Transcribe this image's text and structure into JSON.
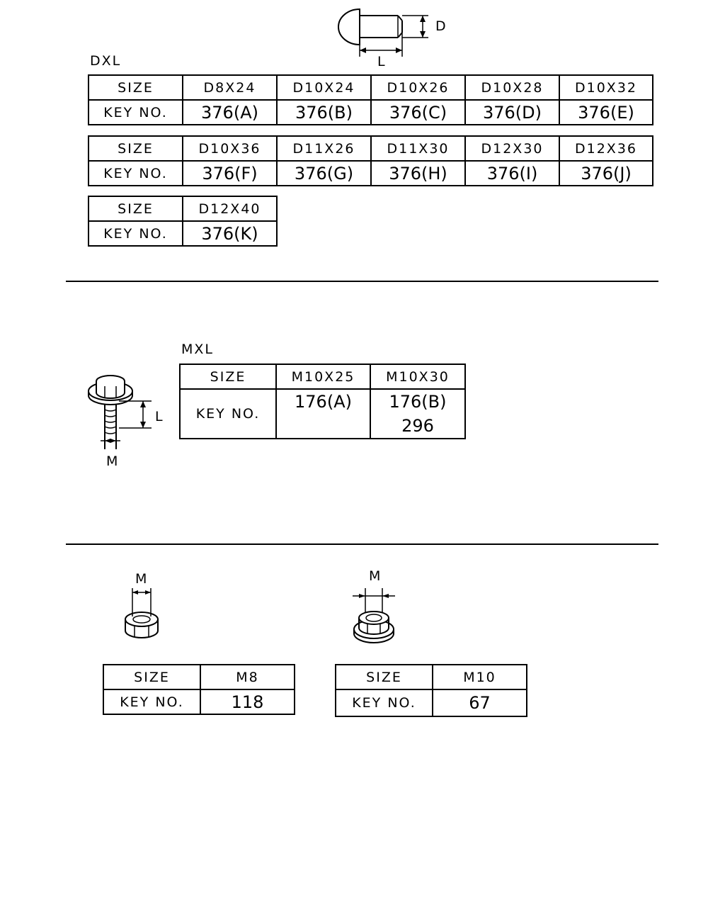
{
  "dxl": {
    "title": "DXL",
    "dim_d": "D",
    "dim_l": "L",
    "row_label_size": "SIZE",
    "row_label_key": "KEY NO.",
    "table1": {
      "sizes": [
        "D8X24",
        "D10X24",
        "D10X26",
        "D10X28",
        "D10X32"
      ],
      "keys": [
        "376(A)",
        "376(B)",
        "376(C)",
        "376(D)",
        "376(E)"
      ]
    },
    "table2": {
      "sizes": [
        "D10X36",
        "D11X26",
        "D11X30",
        "D12X30",
        "D12X36"
      ],
      "keys": [
        "376(F)",
        "376(G)",
        "376(H)",
        "376(I)",
        "376(J)"
      ]
    },
    "table3": {
      "sizes": [
        "D12X40"
      ],
      "keys": [
        "376(K)"
      ]
    }
  },
  "mxl": {
    "title": "MXL",
    "dim_l": "L",
    "dim_m": "M",
    "row_label_size": "SIZE",
    "row_label_key": "KEY NO.",
    "sizes": [
      "M10X25",
      "M10X30"
    ],
    "keys": [
      [
        "176(A)"
      ],
      [
        "176(B)",
        "296"
      ]
    ]
  },
  "nut_m8": {
    "dim_m": "M",
    "row_label_size": "SIZE",
    "row_label_key": "KEY NO.",
    "size": "M8",
    "key": "118"
  },
  "nut_m10": {
    "dim_m": "M",
    "row_label_size": "SIZE",
    "row_label_key": "KEY NO.",
    "size": "M10",
    "key": "67"
  }
}
